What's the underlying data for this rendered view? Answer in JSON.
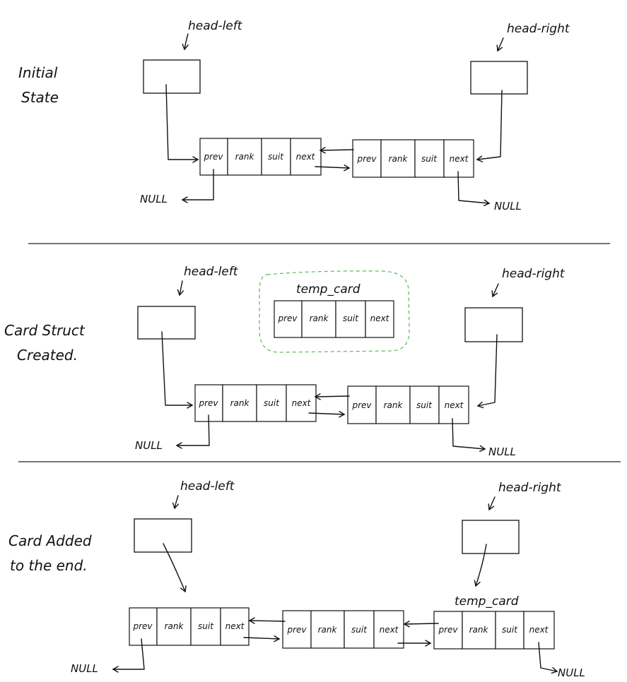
{
  "panels": [
    {
      "title_lines": [
        "Initial",
        "State"
      ],
      "head_left": "head-left",
      "head_right": "head-right",
      "null_left": "NULL",
      "null_right": "NULL",
      "nodes": [
        {
          "cells": [
            "prev",
            "rank",
            "suit",
            "next"
          ]
        },
        {
          "cells": [
            "prev",
            "rank",
            "suit",
            "next"
          ]
        }
      ]
    },
    {
      "title_lines": [
        "Card Struct",
        "Created."
      ],
      "head_left": "head-left",
      "head_right": "head-right",
      "null_left": "NULL",
      "null_right": "NULL",
      "temp_label": "temp_card",
      "temp_cells": [
        "prev",
        "rank",
        "suit",
        "next"
      ],
      "nodes": [
        {
          "cells": [
            "prev",
            "rank",
            "suit",
            "next"
          ]
        },
        {
          "cells": [
            "prev",
            "rank",
            "suit",
            "next"
          ]
        }
      ]
    },
    {
      "title_lines": [
        "Card Added",
        "to the end."
      ],
      "head_left": "head-left",
      "head_right": "head-right",
      "null_left": "NULL",
      "null_right": "NULL",
      "temp_label": "temp_card",
      "nodes": [
        {
          "cells": [
            "prev",
            "rank",
            "suit",
            "next"
          ]
        },
        {
          "cells": [
            "prev",
            "rank",
            "suit",
            "next"
          ]
        },
        {
          "cells": [
            "prev",
            "rank",
            "suit",
            "next"
          ]
        }
      ]
    }
  ]
}
